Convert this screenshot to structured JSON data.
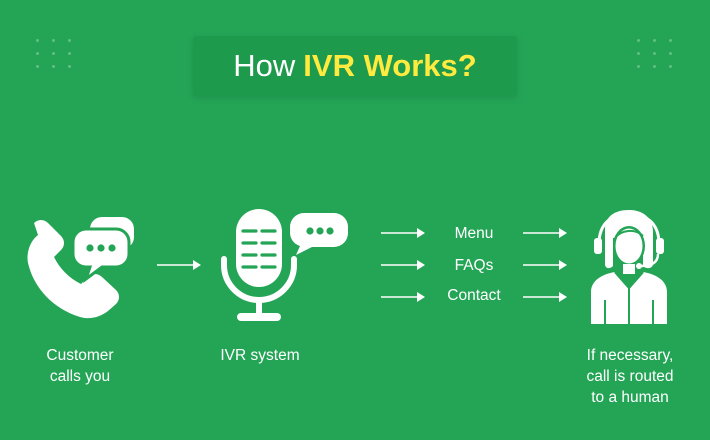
{
  "title": {
    "plain": "How",
    "accent": "IVR Works?"
  },
  "colors": {
    "background": "#24a556",
    "title_box": "#1e9a4c",
    "accent": "#ffea3f",
    "foreground": "#ffffff"
  },
  "steps": [
    {
      "icon": "phone-chat-icon",
      "caption_lines": [
        "Customer",
        "calls you"
      ]
    },
    {
      "icon": "microphone-chat-icon",
      "caption_lines": [
        "IVR system"
      ]
    },
    {
      "icon": "agent-headset-icon",
      "caption_lines": [
        "If necessary,",
        "call is routed",
        "to a human"
      ]
    }
  ],
  "options": [
    "Menu",
    "FAQs",
    "Contact"
  ]
}
